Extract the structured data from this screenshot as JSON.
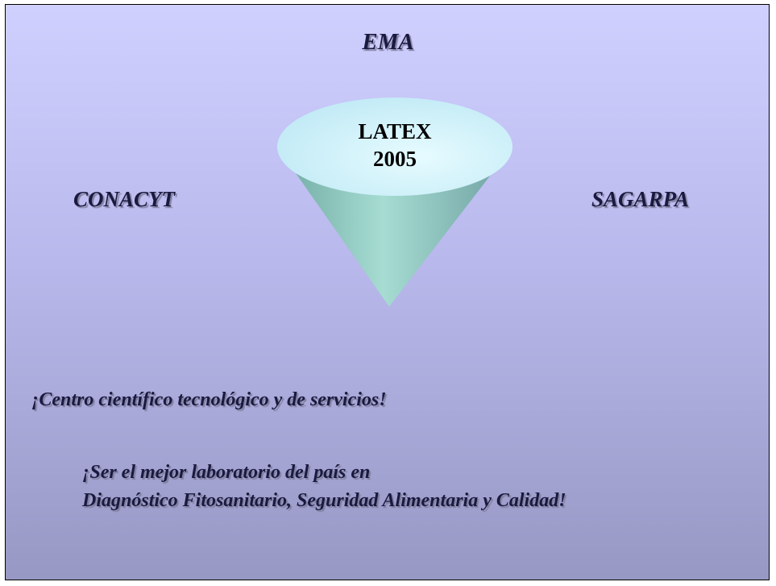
{
  "slide": {
    "top_label": "EMA",
    "left_label": "CONACYT",
    "right_label": "SAGARPA",
    "cone": {
      "line1": "LATEX",
      "line2": "2005"
    },
    "tagline_1": "¡Centro científico tecnológico  y de servicios!",
    "tagline_2_line1": "¡Ser el mejor laboratorio del país en",
    "tagline_2_line2": "Diagnóstico Fitosanitario, Seguridad Alimentaria y Calidad!"
  },
  "colors": {
    "background_top": "#d0d0ff",
    "background_bottom": "#9898c4",
    "text": "#1a1a40",
    "cone_top": "#d4f4ff",
    "cone_body": "#8fc8c0"
  }
}
